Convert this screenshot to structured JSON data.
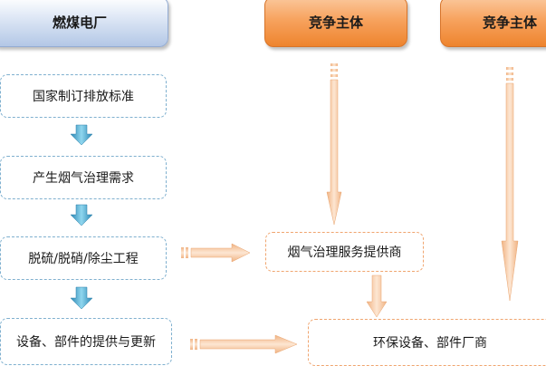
{
  "headers": {
    "power_plant": "燃煤电厂",
    "competitor_1": "竞争主体",
    "competitor_2": "竞争主体"
  },
  "flow": {
    "standards": "国家制订排放标准",
    "demand": "产生烟气治理需求",
    "engineering": "脱硫/脱硝/除尘工程",
    "equipment_supply": "设备、部件的提供与更新"
  },
  "providers": {
    "service_provider": "烟气治理服务提供商",
    "equipment_maker": "环保设备、部件厂商"
  },
  "colors": {
    "blue_header": "#b3c7e6",
    "orange_header": "#ee842e",
    "blue_dash": "#7fb0cf",
    "orange_dash": "#f0a56f",
    "blue_arrow": "#3fa3c9",
    "peach_arrow": "#f6c9a0"
  }
}
